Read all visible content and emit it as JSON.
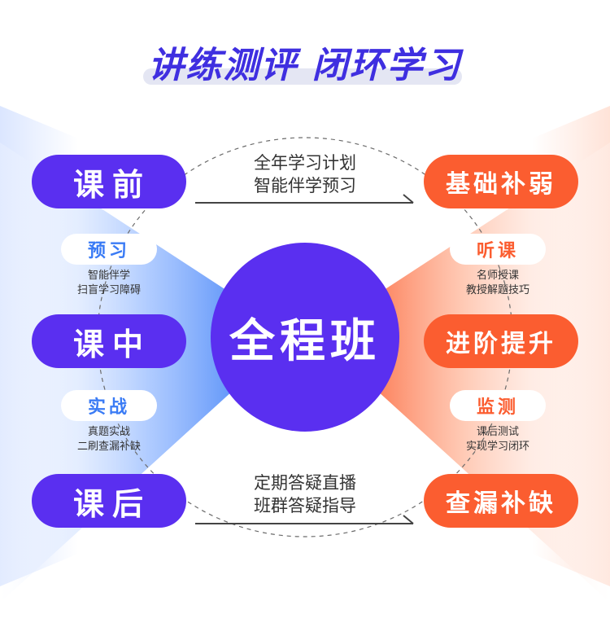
{
  "title": "讲练测评 闭环学习",
  "center": "全程班",
  "left": {
    "stages": [
      "课前",
      "课中",
      "课后"
    ],
    "subs": [
      {
        "label": "预习",
        "lines": [
          "智能伴学",
          "扫盲学习障碍"
        ]
      },
      {
        "label": "实战",
        "lines": [
          "真题实战",
          "二刷查漏补缺"
        ]
      }
    ]
  },
  "right": {
    "stages": [
      "基础补弱",
      "进阶提升",
      "查漏补缺"
    ],
    "subs": [
      {
        "label": "听课",
        "lines": [
          "名师授课",
          "教授解题技巧"
        ]
      },
      {
        "label": "监测",
        "lines": [
          "课后测试",
          "实现学习闭环"
        ]
      }
    ]
  },
  "top_text": [
    "全年学习计划",
    "智能伴学预习"
  ],
  "bottom_text": [
    "定期答疑直播",
    "班群答疑指导"
  ],
  "colors": {
    "purple": "#5a2ff0",
    "orange": "#fb5d30",
    "blue_text": "#3a7bf5",
    "title": "#3f2fe0"
  }
}
